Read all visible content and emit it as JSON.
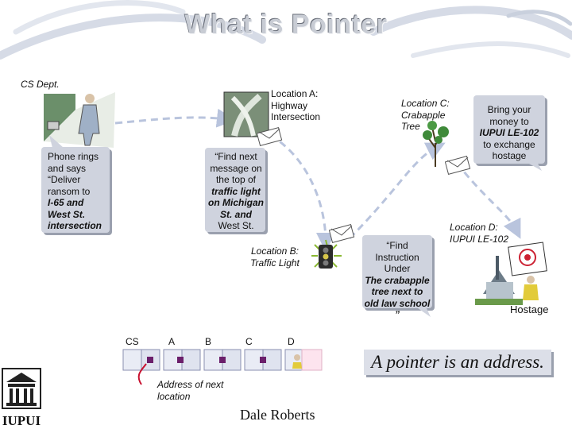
{
  "title": "What is Pointer",
  "cs_dept": "CS Dept.",
  "location_a": {
    "label": "Location A: Highway Intersection"
  },
  "location_b": {
    "label": "Location B: Traffic Light"
  },
  "location_c": {
    "label": "Location C: Crabapple Tree"
  },
  "location_d": {
    "label": "Location D: IUPUI LE-102"
  },
  "bubble_phone": {
    "line1": "Phone rings and says “Deliver ransom to",
    "line2": "I-65 and West St. intersection"
  },
  "bubble_find_next": {
    "line1": "“Find next message on the top of",
    "line2": "traffic light on Michigan St. and",
    "line3": "West St."
  },
  "bubble_find_instruction": {
    "line1": "“Find Instruction Under",
    "line2": "The crabapple tree next to old law school ”"
  },
  "bubble_bring": {
    "line1": "Bring your money to",
    "line2": "IUPUI LE-102",
    "line3": "to exchange hostage"
  },
  "hostage": "Hostage",
  "list": {
    "labels": [
      "CS",
      "A",
      "B",
      "C",
      "D"
    ],
    "caption": "Address of next location"
  },
  "callout": "A pointer is an address.",
  "author": "Dale Roberts",
  "logo_text": "IUPUI",
  "colors": {
    "bubble": "#cfd3de",
    "pointer_dot": "#6b1f6b",
    "arrow": "#b9c4dd",
    "swoosh": "#cfd6e4",
    "curve": "#c8102e"
  }
}
